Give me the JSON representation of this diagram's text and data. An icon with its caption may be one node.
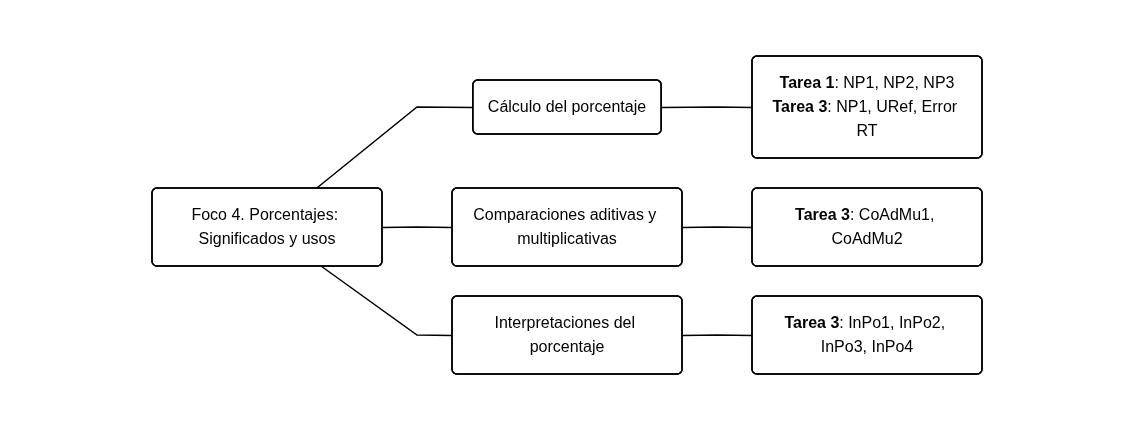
{
  "diagram": {
    "nodes": [
      {
        "text": [
          "Foco 4. Porcentajes: Significados y usos"
        ]
      },
      {
        "text": [
          "Cálculo del porcentaje"
        ]
      },
      {
        "text": [
          "Comparaciones aditivas y multiplicativas"
        ]
      },
      {
        "text": [
          "Interpretaciones del porcentaje"
        ]
      },
      {
        "text": [
          "**Tarea 1**: NP1, NP2, NP3",
          "**Tarea 3**: NP1, URef, Error RT"
        ]
      },
      {
        "text": [
          "**Tarea 3**: CoAdMu1, CoAdMu2"
        ]
      },
      {
        "text": [
          "**Tarea 3**: InPo1, InPo2, InPo3, InPo4"
        ]
      }
    ],
    "edges": [
      {
        "from": 0,
        "to": 1,
        "arrow": "none"
      },
      {
        "from": 0,
        "to": 2,
        "arrow": "none"
      },
      {
        "from": 0,
        "to": 3,
        "arrow": "none"
      },
      {
        "from": 1,
        "to": 4,
        "arrow": "none"
      },
      {
        "from": 2,
        "to": 5,
        "arrow": "none"
      },
      {
        "from": 3,
        "to": 6,
        "arrow": "none"
      }
    ]
  }
}
